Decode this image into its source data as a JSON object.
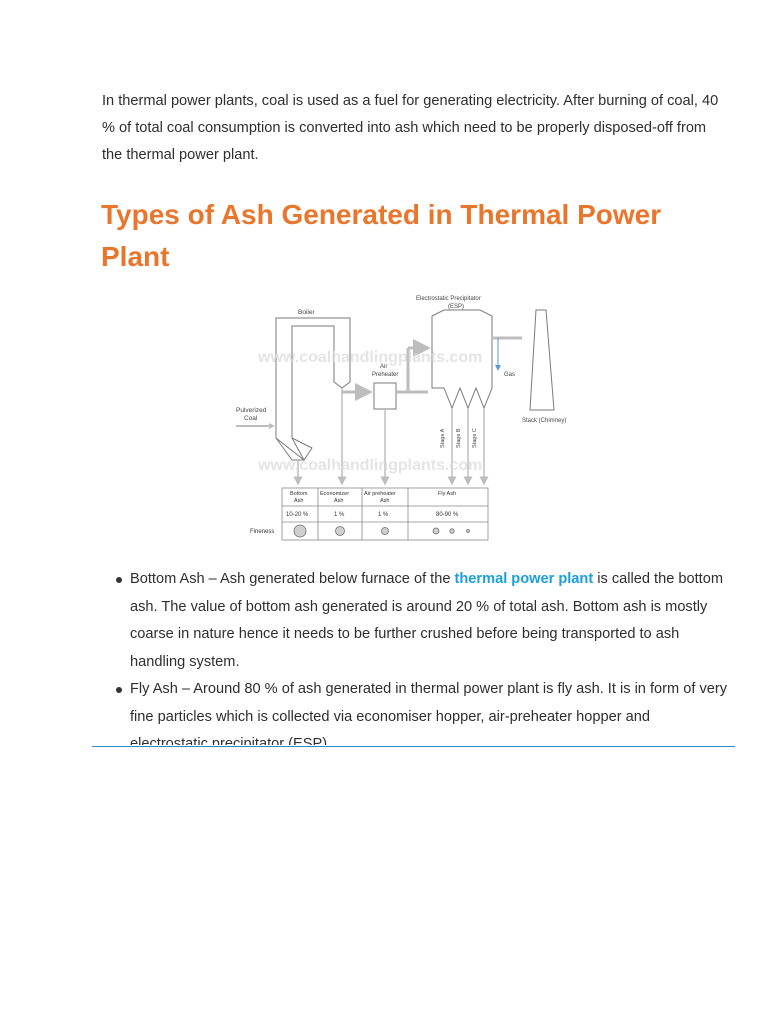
{
  "intro": "In thermal power plants, coal is used as a fuel for generating electricity. After burning of coal, 40 % of total coal consumption is converted into ash which need to be properly disposed-off from the thermal power plant.",
  "heading": "Types of Ash Generated in Thermal Power Plant",
  "diagram": {
    "watermark": "www.coalhandlingplants.com",
    "labels": {
      "boiler": "Boiler",
      "esp_line1": "Electrostatic Precipitator",
      "esp_line2": "(ESP)",
      "air_line1": "Air",
      "air_line2": "Preheater",
      "pulverized_line1": "Pulverized",
      "pulverized_line2": "Coal",
      "gas": "Gas",
      "stack": "Stack (Chimney)",
      "stage_a": "Stage A",
      "stage_b": "Stage B",
      "stage_c": "Stage C",
      "fineness": "Fineness"
    },
    "table": {
      "headers": [
        [
          "Bottom",
          "Ash"
        ],
        [
          "Economizer",
          "Ash"
        ],
        [
          "Air preheater",
          "Ash"
        ],
        [
          "Fly Ash"
        ]
      ],
      "percents": [
        "10-20 %",
        "1 %",
        "1 %",
        "80-90 %"
      ]
    }
  },
  "bullets": [
    {
      "before": "Bottom Ash – Ash generated below furnace of the ",
      "link": "thermal power plant",
      "after": " is called the bottom ash. The value of bottom ash generated is around 20 % of total ash. Bottom ash is mostly coarse in nature hence it needs to be further crushed before being transported to ash handling system."
    },
    {
      "before": "Fly Ash – Around 80 % of ash generated in thermal power plant is fly ash. It is in form of very fine particles which is collected via economiser hopper, air-preheater hopper and electrostatic precipitator (ESP)",
      "link": "",
      "after": ""
    }
  ]
}
